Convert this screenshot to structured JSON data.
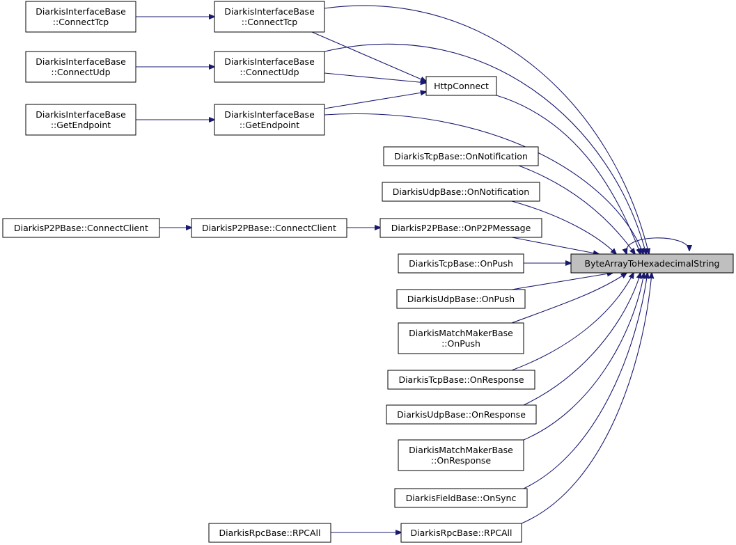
{
  "graph": {
    "target": "ByteArrayToHexadecimalString",
    "edge_color": "#191970",
    "highlight_fill": "#bfbfbf",
    "nodes": {
      "n1": {
        "lines": [
          "DiarkisInterfaceBase",
          "::ConnectTcp"
        ]
      },
      "n2": {
        "lines": [
          "DiarkisInterfaceBase",
          "::ConnectTcp"
        ]
      },
      "n3": {
        "lines": [
          "DiarkisInterfaceBase",
          "::ConnectUdp"
        ]
      },
      "n4": {
        "lines": [
          "DiarkisInterfaceBase",
          "::ConnectUdp"
        ]
      },
      "n5": {
        "lines": [
          "DiarkisInterfaceBase",
          "::GetEndpoint"
        ]
      },
      "n6": {
        "lines": [
          "DiarkisInterfaceBase",
          "::GetEndpoint"
        ]
      },
      "n7": {
        "lines": [
          "HttpConnect"
        ]
      },
      "n8": {
        "lines": [
          "DiarkisTcpBase::OnNotification"
        ]
      },
      "n9": {
        "lines": [
          "DiarkisUdpBase::OnNotification"
        ]
      },
      "n10": {
        "lines": [
          "DiarkisP2PBase::ConnectClient"
        ]
      },
      "n11": {
        "lines": [
          "DiarkisP2PBase::ConnectClient"
        ]
      },
      "n12": {
        "lines": [
          "DiarkisP2PBase::OnP2PMessage"
        ]
      },
      "n13": {
        "lines": [
          "DiarkisTcpBase::OnPush"
        ]
      },
      "n14": {
        "lines": [
          "DiarkisUdpBase::OnPush"
        ]
      },
      "n15": {
        "lines": [
          "DiarkisMatchMakerBase",
          "::OnPush"
        ]
      },
      "n16": {
        "lines": [
          "DiarkisTcpBase::OnResponse"
        ]
      },
      "n17": {
        "lines": [
          "DiarkisUdpBase::OnResponse"
        ]
      },
      "n18": {
        "lines": [
          "DiarkisMatchMakerBase",
          "::OnResponse"
        ]
      },
      "n19": {
        "lines": [
          "DiarkisFieldBase::OnSync"
        ]
      },
      "n20": {
        "lines": [
          "DiarkisRpcBase::RPCAll"
        ]
      },
      "n21": {
        "lines": [
          "DiarkisRpcBase::RPCAll"
        ]
      },
      "target": {
        "lines": [
          "ByteArrayToHexadecimalString"
        ]
      }
    },
    "edges": [
      [
        "n1",
        "n2"
      ],
      [
        "n3",
        "n4"
      ],
      [
        "n5",
        "n6"
      ],
      [
        "n2",
        "n7"
      ],
      [
        "n4",
        "n7"
      ],
      [
        "n6",
        "n7"
      ],
      [
        "n2",
        "target"
      ],
      [
        "n4",
        "target"
      ],
      [
        "n6",
        "target"
      ],
      [
        "n7",
        "target"
      ],
      [
        "n8",
        "target"
      ],
      [
        "n9",
        "target"
      ],
      [
        "n10",
        "n11"
      ],
      [
        "n11",
        "n12"
      ],
      [
        "n12",
        "target"
      ],
      [
        "n13",
        "target"
      ],
      [
        "n14",
        "target"
      ],
      [
        "n15",
        "target"
      ],
      [
        "n16",
        "target"
      ],
      [
        "n17",
        "target"
      ],
      [
        "n18",
        "target"
      ],
      [
        "n19",
        "target"
      ],
      [
        "n20",
        "n21"
      ],
      [
        "n21",
        "target"
      ],
      [
        "target",
        "target"
      ]
    ]
  }
}
